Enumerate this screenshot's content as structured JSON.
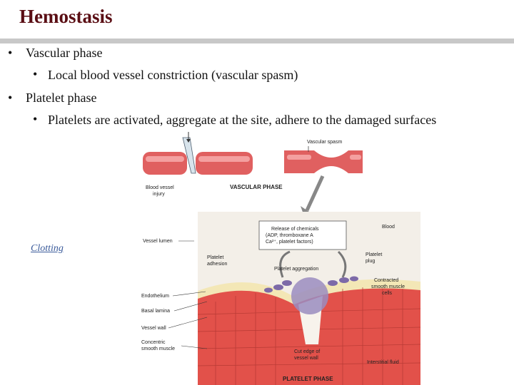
{
  "slide": {
    "title": "Hemostasis",
    "bullets": [
      {
        "text": "Vascular phase",
        "sub": "Local blood vessel constriction (vascular spasm)"
      },
      {
        "text": "Platelet phase",
        "sub": "Platelets are activated, aggregate at the site, adhere to the damaged surfaces"
      }
    ],
    "bullet_glyph": "•",
    "link": "Clotting"
  },
  "figure": {
    "labels": {
      "vascular_spasm": "Vascular spasm",
      "blood_vessel_injury_1": "Blood vessel",
      "blood_vessel_injury_2": "injury",
      "vascular_phase": "VASCULAR PHASE",
      "release_1": "Release of chemicals",
      "release_2": "(ADP, thromboxane A",
      "release_3": "Ca²⁺, platelet factors)",
      "blood": "Blood",
      "vessel_lumen": "Vessel lumen",
      "platelet_adhesion_1": "Platelet",
      "platelet_adhesion_2": "adhesion",
      "platelet_aggregation": "Platelet aggregation",
      "platelet_plug_1": "Platelet",
      "platelet_plug_2": "plug",
      "contracted_1": "Contracted",
      "contracted_2": "smooth muscle",
      "contracted_3": "cells",
      "endothelium": "Endothelium",
      "basal_lamina": "Basal lamina",
      "vessel_wall": "Vessel wall",
      "concentric_1": "Concentric",
      "concentric_2": "smooth muscle",
      "cut_edge_1": "Cut edge of",
      "cut_edge_2": "vessel wall",
      "interstitial_fluid": "Interstitial fluid",
      "platelet_phase": "PLATELET PHASE"
    },
    "colors": {
      "title": "#5a0e14",
      "vessel": "#e06060",
      "vessel_light": "#f4a0a0",
      "wall_cream": "#f3e7b6",
      "platelet": "#9a8cc0",
      "muscle": "#e2514a",
      "panel_bg": "#f3efe8"
    }
  }
}
